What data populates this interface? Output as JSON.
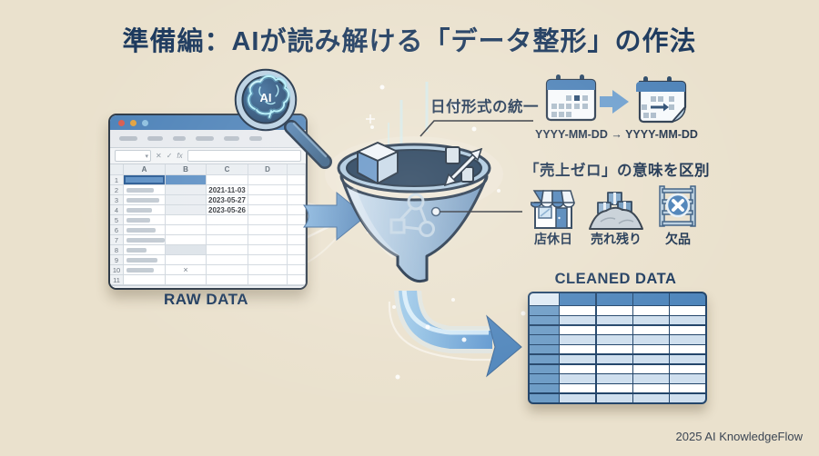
{
  "title": "準備編：AIが読み解ける「データ整形」の作法",
  "raw_data": {
    "label": "RAW DATA"
  },
  "magnifier": {
    "label": "AI"
  },
  "spreadsheet": {
    "columns": [
      "A",
      "B",
      "C",
      "D"
    ],
    "rows": [
      "1",
      "2",
      "3",
      "4",
      "5",
      "6",
      "7",
      "8",
      "9",
      "10",
      "11"
    ],
    "formula_bar": {
      "icons": [
        "✕",
        "✓",
        "fx"
      ]
    },
    "cells": {
      "C2": "2021-11-03",
      "C3": "2023-05-27",
      "C4": "2023-05-26",
      "B10": "×"
    },
    "bar_widths": {
      "2": 30,
      "3": 36,
      "4": 28,
      "5": 26,
      "6": 32,
      "7": 44,
      "8": 22,
      "9": 34,
      "10": 30
    },
    "tinted_b_cells": [
      "2",
      "3",
      "4"
    ],
    "tinted_b_dark": [
      "8"
    ],
    "selected_row": "1"
  },
  "annotations": {
    "date_format": {
      "title": "日付形式の統一",
      "caption": "YYYY-MM-DD → YYYY-MM-DD"
    },
    "zero_sales": {
      "title": "「売上ゼロ」の意味を区別",
      "items": [
        {
          "label": "店休日",
          "icon": "storefront-icon"
        },
        {
          "label": "売れ残り",
          "icon": "unsold-pile-icon"
        },
        {
          "label": "欠品",
          "icon": "out-of-stock-shelf-icon"
        }
      ]
    }
  },
  "cleaned_data": {
    "label": "CLEANED DATA",
    "columns": 5,
    "rows": 10
  },
  "footer": {
    "credit": "2025 AI KnowledgeFlow"
  },
  "colors": {
    "background": "#eae1cd",
    "title_navy": "#1d3a5e",
    "accent_blue": "#4d82b8",
    "funnel_interior": "#16324f",
    "beam_cyan": "#aee9f6",
    "table_header": "#4e85bb",
    "table_first_col": "#6d9cc6",
    "table_row_alt": "#cfdfee",
    "selection_blue": "#5d8fc4"
  }
}
